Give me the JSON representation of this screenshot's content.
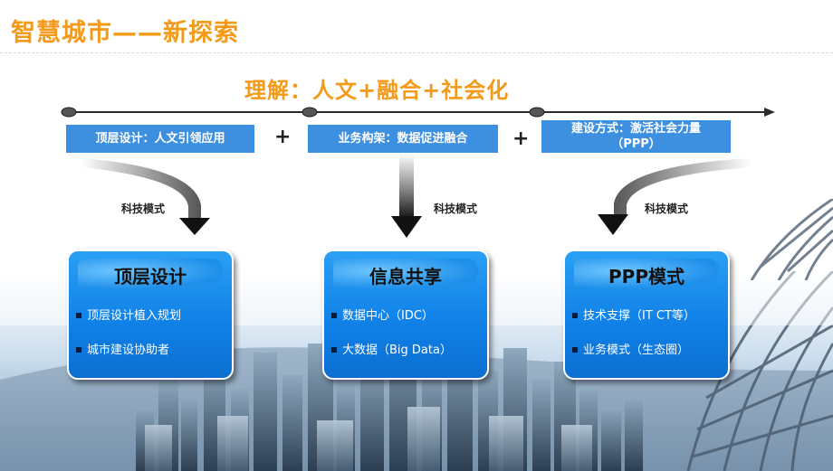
{
  "header": {
    "title": "智慧城市——新探索"
  },
  "subtitle": "理解：人文+融合+社会化",
  "labels": [
    {
      "text": "顶层设计：人文引领应用"
    },
    {
      "text": "业务构架：数据促进融合"
    },
    {
      "text_line1": "建设方式：激活社会力量",
      "text_line2": "（PPP）"
    }
  ],
  "plus": "+",
  "keji": "科技模式",
  "cards": [
    {
      "title": "顶层设计",
      "items": [
        "顶层设计植入规划",
        "城市建设协助者"
      ]
    },
    {
      "title": "信息共享",
      "items": [
        "数据中心（IDC）",
        "大数据（Big Data）"
      ]
    },
    {
      "title": "PPP模式",
      "items": [
        "技术支撑（IT CT等）",
        "业务模式（生态圈）"
      ]
    }
  ],
  "colors": {
    "accent": "#f39a1a",
    "label_blue": "#3d8fe0",
    "card_blue": "#0f7fe6"
  }
}
